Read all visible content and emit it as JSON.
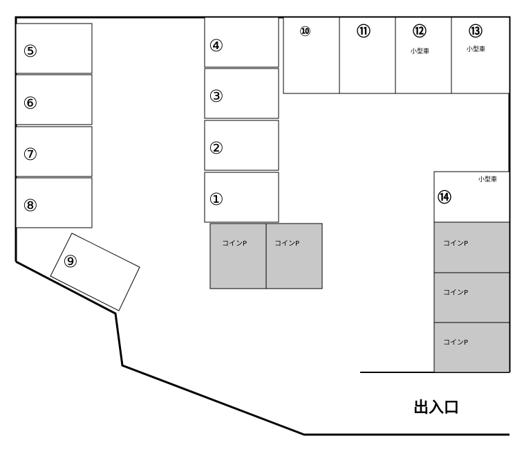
{
  "slots": {
    "s1": "①",
    "s2": "②",
    "s3": "③",
    "s4": "④",
    "s5": "⑤",
    "s6": "⑥",
    "s7": "⑦",
    "s8": "⑧",
    "s9": "⑨",
    "s10": "⑩",
    "s11": "⑪",
    "s12": "⑫",
    "s13": "⑬",
    "s14": "⑭"
  },
  "small_car_label": "小型車",
  "coin_parking_label": "コインP",
  "exit_label": "出入口",
  "colors": {
    "coin_fill": "#c8c8c8",
    "line": "#000000",
    "background": "#ffffff"
  }
}
